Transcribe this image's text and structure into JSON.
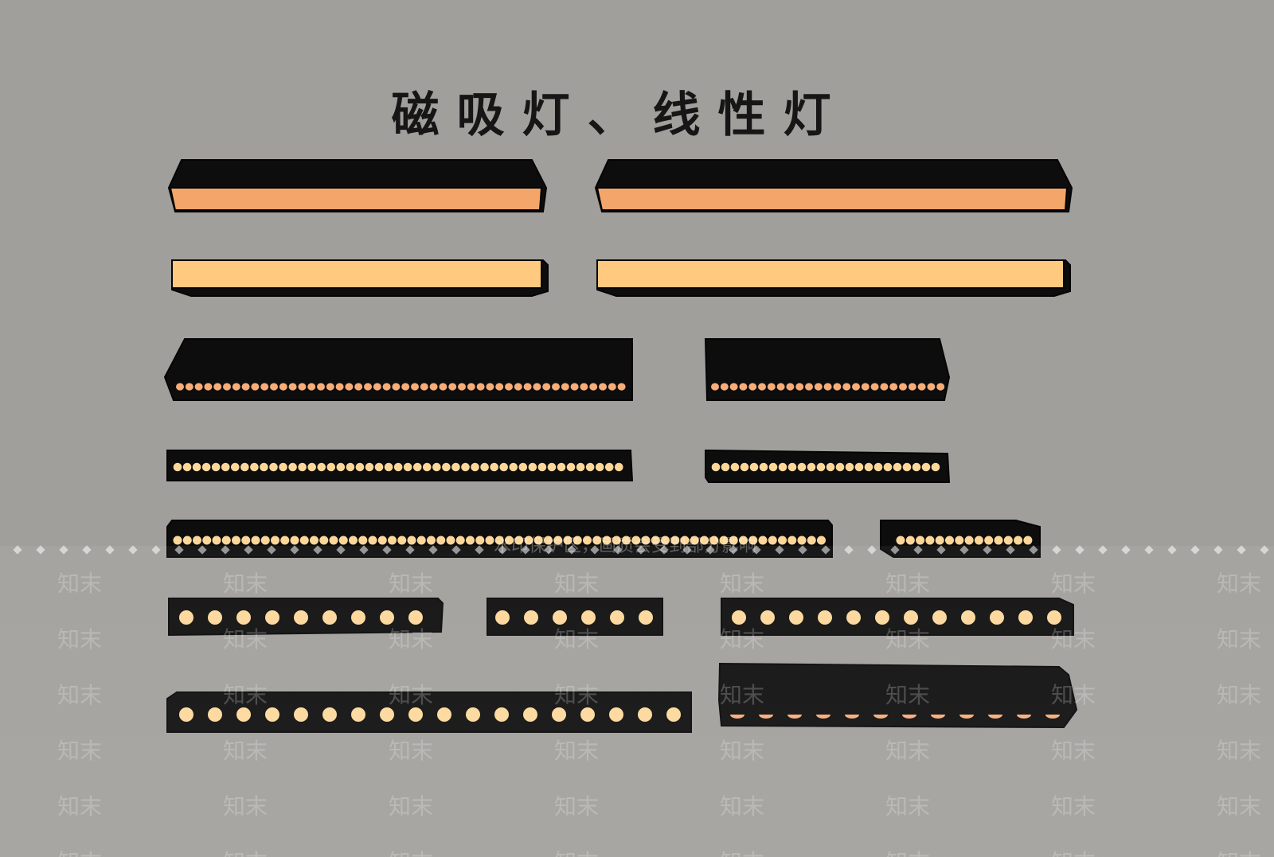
{
  "title": "磁吸灯、线性灯",
  "watermark": {
    "brand": "知末",
    "notice": "水印保护区，画质会受到部分影响"
  },
  "colors": {
    "background": "#a19f9b",
    "housing": "#0d0d0d",
    "diffuser_orange": "#f4a56a",
    "diffuser_light": "#ffc97f",
    "led_orange": "#f8ad78",
    "led_light": "#fdd79a"
  }
}
